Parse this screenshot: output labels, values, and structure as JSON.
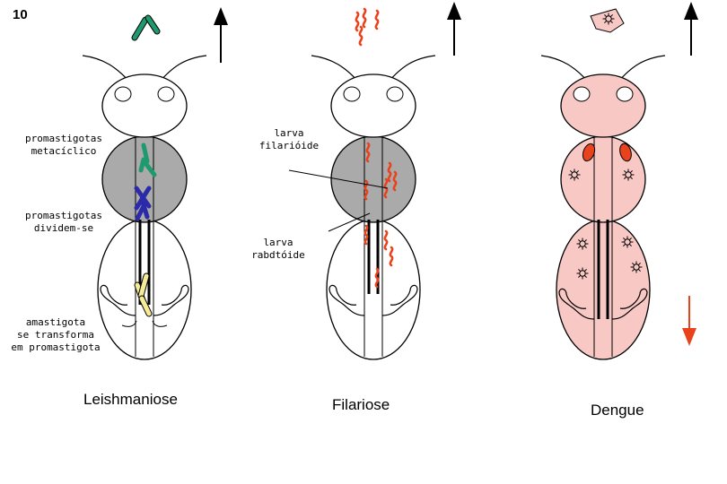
{
  "figure_number": "10",
  "panels": [
    {
      "id": "leishmaniose",
      "title": "Leishmaniose",
      "labels": {
        "metacyclic": [
          "promastigotas",
          "metacíclico"
        ],
        "divide": [
          "promastigotas",
          "dividem-se"
        ],
        "transform": [
          "amastigota",
          "se transforma",
          "em promastigota"
        ]
      }
    },
    {
      "id": "filariose",
      "title": "Filariose",
      "labels": {
        "filarioid": [
          "larva",
          "filarióide"
        ],
        "rhabditoid": [
          "larva",
          "rabdtóide"
        ]
      }
    },
    {
      "id": "dengue",
      "title": "Dengue"
    }
  ],
  "colors": {
    "body_fill": "#ffffff",
    "thorax_fill": "#aaaaaa",
    "dengue_body_fill": "#f8c8c4",
    "leish_green": "#1e9a6e",
    "leish_blue": "#2b2aa8",
    "leish_yellow": "#f5eb96",
    "filaria_orange": "#e8431c",
    "dengue_red": "#e8431c",
    "up_arrow": "#000000",
    "down_arrow": "#e8431c"
  }
}
